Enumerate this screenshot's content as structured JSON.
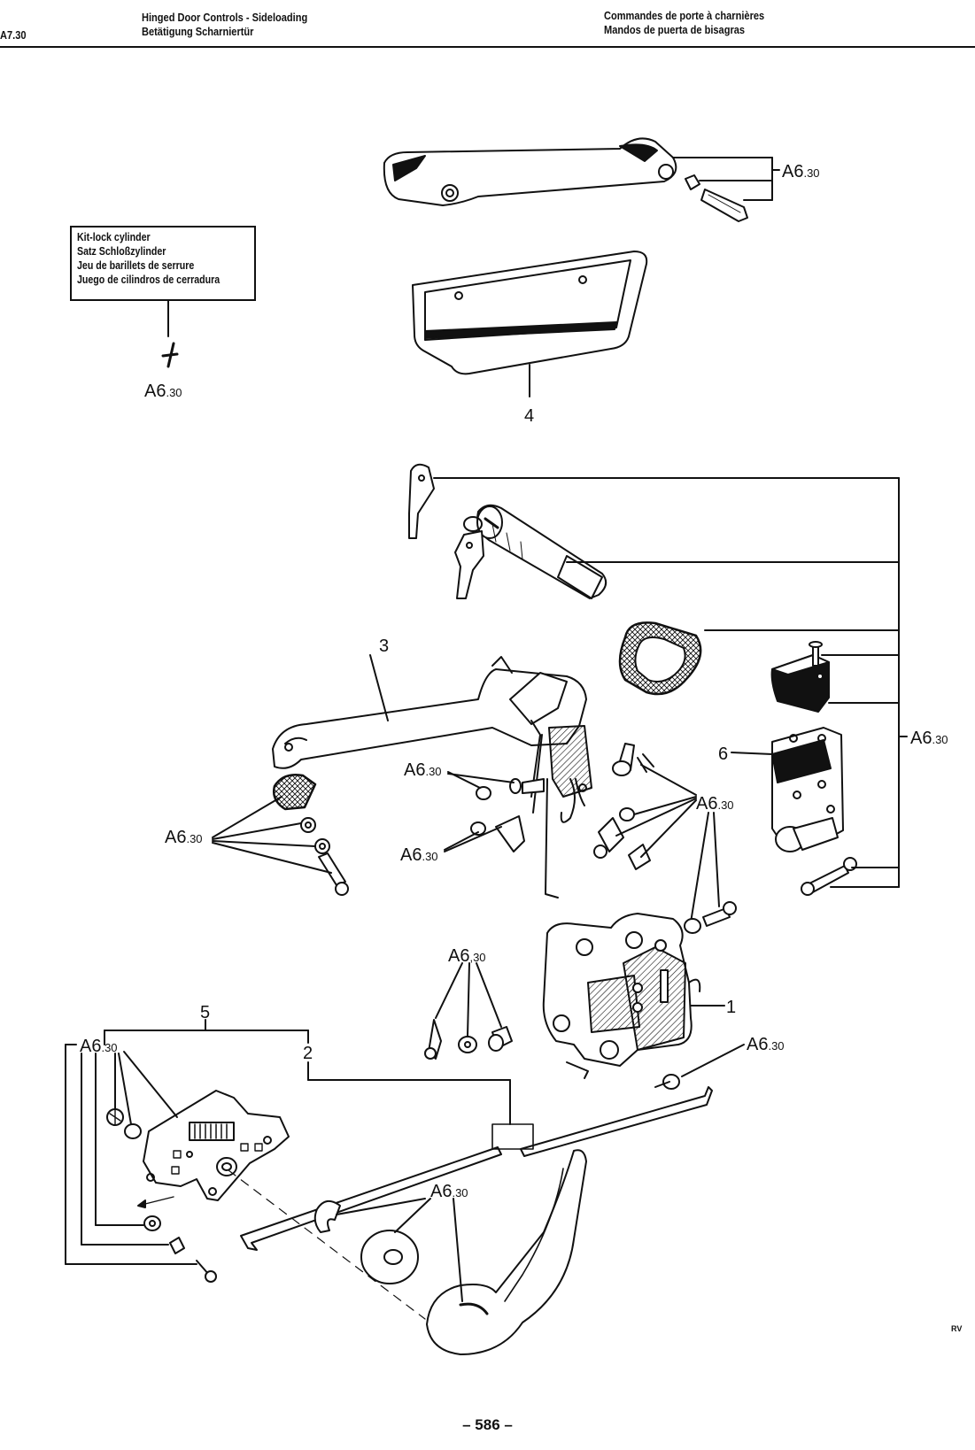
{
  "header": {
    "section_code": "A7.30",
    "title_en": "Hinged Door Controls - Sideloading",
    "title_de": "Betätigung Scharniertür",
    "title_fr": "Commandes de porte à charnières",
    "title_es": "Mandos de puerta de bisagras"
  },
  "kit_box": {
    "lines": [
      "Kit-lock cylinder",
      "Satz Schloßzylinder",
      "Jeu de barillets de serrure",
      "Juego de cilindros de cerradura"
    ],
    "ref_main": "A6",
    "ref_sub": ".30"
  },
  "callouts": {
    "ref_main": "A6",
    "ref_sub": ".30",
    "ref_sub_comma": ",30",
    "part_numbers": [
      "1",
      "2",
      "3",
      "4",
      "5",
      "6"
    ]
  },
  "footer": {
    "page_number": "– 586 –",
    "artist_mark": "RV"
  }
}
